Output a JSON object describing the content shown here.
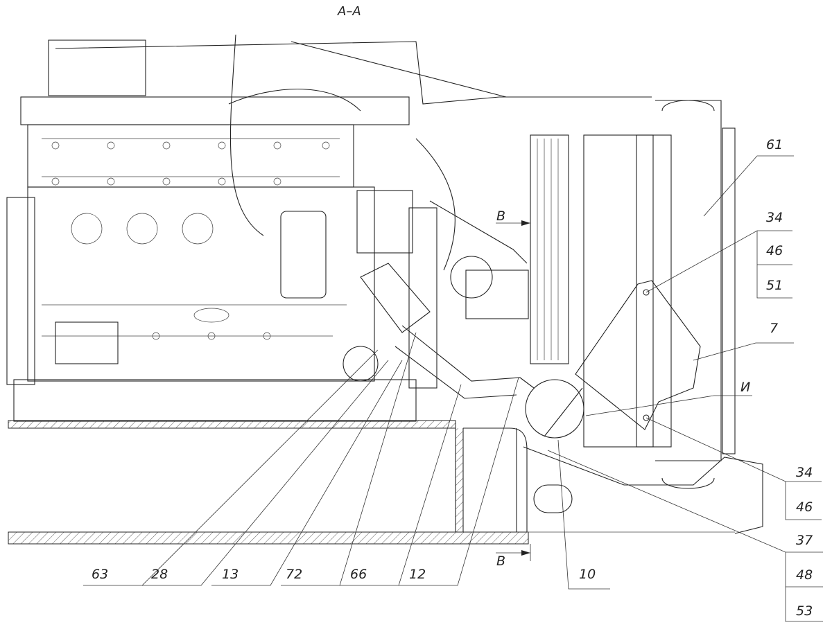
{
  "drawing": {
    "section_title": "A–A",
    "view_marks": {
      "upper": "B",
      "lower": "B",
      "detail": "И"
    },
    "callouts_right": [
      {
        "id": "c61",
        "labels": [
          "61"
        ]
      },
      {
        "id": "c34a",
        "labels": [
          "34",
          "46",
          "51"
        ]
      },
      {
        "id": "c7",
        "labels": [
          "7"
        ]
      },
      {
        "id": "c34b",
        "labels": [
          "34",
          "46"
        ]
      },
      {
        "id": "c37",
        "labels": [
          "37",
          "48",
          "53"
        ]
      }
    ],
    "callouts_bottom": [
      "63",
      "28",
      "13",
      "72",
      "66",
      "12",
      "10"
    ]
  }
}
